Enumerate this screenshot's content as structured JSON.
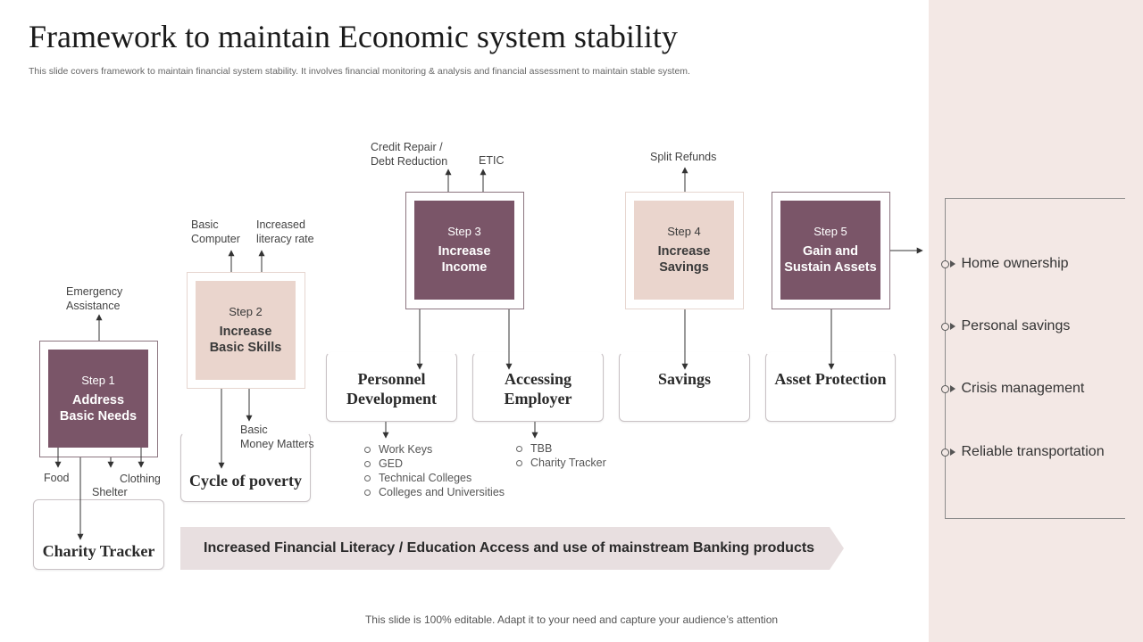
{
  "header": {
    "title": "Framework to maintain Economic system stability",
    "subtitle": "This slide covers framework to maintain financial system stability. It involves financial monitoring & analysis and financial assessment to maintain stable system."
  },
  "steps": [
    {
      "label": "Step 1",
      "title": "Address\nBasic Needs"
    },
    {
      "label": "Step 2",
      "title": "Increase\nBasic Skills"
    },
    {
      "label": "Step 3",
      "title": "Increase\nIncome"
    },
    {
      "label": "Step 4",
      "title": "Increase\nSavings"
    },
    {
      "label": "Step 5",
      "title": "Gain and\nSustain Assets"
    }
  ],
  "outcomes": {
    "charity_tracker": "Charity Tracker",
    "cycle_of_poverty": "Cycle of poverty",
    "personnel_development": "Personnel\nDevelopment",
    "accessing_employer": "Accessing\nEmployer",
    "savings": "Savings",
    "asset_protection": "Asset Protection"
  },
  "labels": {
    "emergency_assistance": "Emergency\nAssistance",
    "food": "Food",
    "shelter": "Shelter",
    "clothing": "Clothing",
    "basic_computer": "Basic\nComputer",
    "increased_literacy_rate": "Increased\nliteracy rate",
    "basic_money_matters": "Basic\nMoney Matters",
    "credit_repair": "Credit Repair /\nDebt Reduction",
    "etic": "ETIC",
    "split_refunds": "Split Refunds"
  },
  "personnel_bullets": [
    "Work Keys",
    "GED",
    "Technical Colleges",
    "Colleges and Universities"
  ],
  "employer_bullets": [
    "TBB",
    "Charity Tracker"
  ],
  "banner": "Increased Financial Literacy / Education Access and use of mainstream Banking products",
  "asset_list": [
    "Home ownership",
    "Personal savings",
    "Crisis management",
    "Reliable transportation"
  ],
  "footer": "This slide is 100% editable. Adapt it to your need and capture your audience’s attention",
  "colors": {
    "dark_step": "#7a5568",
    "light_step": "#ead5cd",
    "panel": "#f3e8e5",
    "banner": "#e8dfe0"
  }
}
